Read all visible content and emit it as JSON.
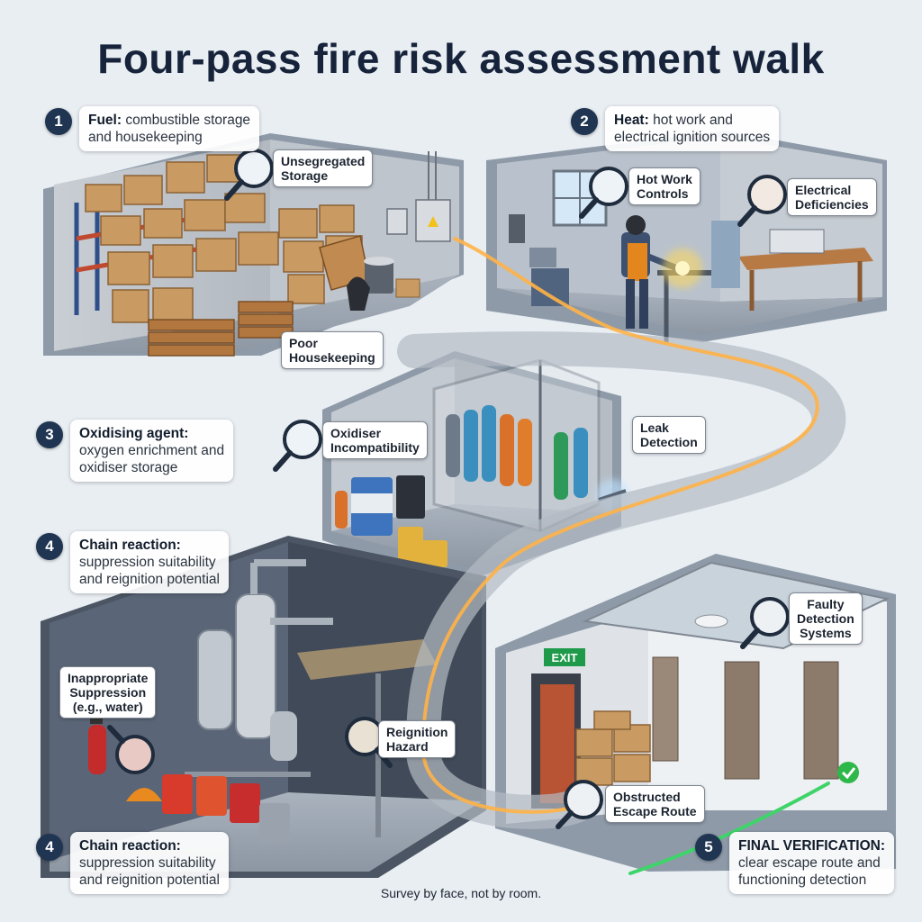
{
  "title": "Four-pass fire risk assessment walk",
  "steps": [
    {
      "num": "1",
      "head": "Fuel:",
      "text_line1": "combustible storage",
      "text_line2": "and housekeeping"
    },
    {
      "num": "2",
      "head": "Heat:",
      "text_line1": "hot work and",
      "text_line2": "electrical ignition sources"
    },
    {
      "num": "3",
      "head": "Oxidising agent:",
      "text_line1": "oxygen enrichment and",
      "text_line2": "oxidiser storage"
    },
    {
      "num": "4",
      "head": "Chain reaction:",
      "text_line1": "suppression suitability",
      "text_line2": "and reignition potential"
    },
    {
      "num": "4",
      "head": "Chain reaction:",
      "text_line1": "suppression suitability",
      "text_line2": "and reignition potential"
    },
    {
      "num": "5",
      "head": "FINAL VERIFICATION:",
      "text_line1": "clear escape route and",
      "text_line2": "functioning detection"
    }
  ],
  "callouts": {
    "unsegregated": [
      "Unsegregated",
      "Storage"
    ],
    "housekeeping": [
      "Poor",
      "Housekeeping"
    ],
    "hotwork": [
      "Hot Work",
      "Controls"
    ],
    "electrical": [
      "Electrical",
      "Deficiencies"
    ],
    "oxidiser": [
      "Oxidiser",
      "Incompatibility"
    ],
    "leak": [
      "Leak",
      "Detection"
    ],
    "suppression": [
      "Inappropriate",
      "Suppression",
      "(e.g., water)"
    ],
    "reignition": [
      "Reignition",
      "Hazard"
    ],
    "detection": [
      "Faulty",
      "Detection",
      "Systems"
    ],
    "escape": [
      "Obstructed",
      "Escape Route"
    ]
  },
  "signs": {
    "exit": "EXIT"
  },
  "footer": "Survey by face, not by room.",
  "colors": {
    "path_glow": "#ffb347",
    "path_final": "#3fd46a",
    "badge": "#1f3552",
    "check": "#2fb84a"
  }
}
